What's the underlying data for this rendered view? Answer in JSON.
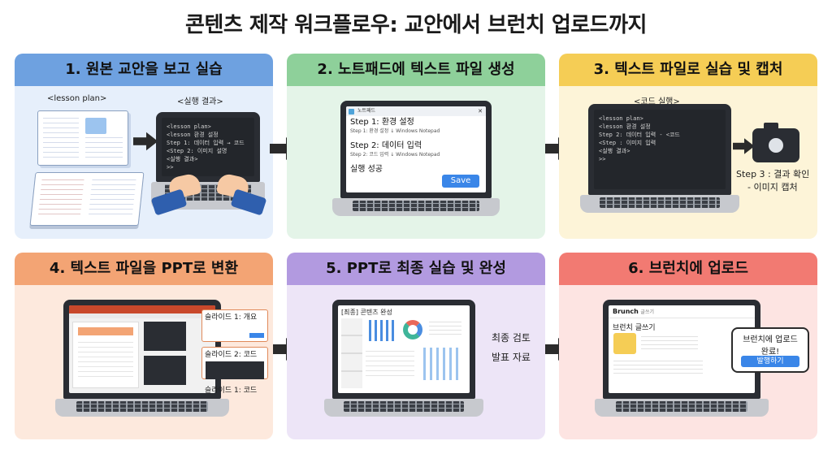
{
  "title": "콘텐츠 제작 워크플로우: 교안에서 브런치 업로드까지",
  "panels": {
    "p1": {
      "heading": "1. 원본 교안을 보고 실습",
      "label_left": "<lesson plan>",
      "label_right": "<실행 결과>",
      "terminal": [
        "<lesson plan>",
        "  <lesson 환경 설정",
        "  Step 1: 데이터 입력 → 코드",
        "  <Step 2: 이미지 설명",
        "",
        "  <실행 결과>",
        "  >>"
      ]
    },
    "p2": {
      "heading": "2. 노트패드에 텍스트 파일 생성",
      "window_title": "노트패드",
      "lines": [
        {
          "big": "Step 1: 환경 설정",
          "small": "Step 1: 환경 설정 ↓ Windows Notepad"
        },
        {
          "big": "Step 2: 데이터 입력",
          "small": "Step 2: 코드 입력 ↓ Windows Notepad"
        }
      ],
      "footer": "실행 성공",
      "save_label": "Save"
    },
    "p3": {
      "heading": "3. 텍스트 파일로 실습 및 캡처",
      "label_top": "<코드 실행>",
      "terminal": [
        "<lesson plan>",
        "  <lesson 환경 설정",
        "  Step 2: 데이터 입력 - <코드",
        "  <Step : 이미지 입력",
        "",
        "  <실행 결과>",
        ">>"
      ],
      "caption_line1": "Step 3 : 결과 확인",
      "caption_line2": "- 이미지 캡처"
    },
    "p4": {
      "heading": "4. 텍스트 파일을 PPT로 변환",
      "slide_label_1": "슬라이드 1: 개요",
      "slide_label_2": "슬라이드 2: 코드",
      "slide_label_3": "슬라이드 1: 코드"
    },
    "p5": {
      "heading": "5. PPT로 최종 실습 및 완성",
      "doc_title": "[최종] 콘텐츠 완성",
      "side_line1": "최종 검토",
      "side_line2": "발표 자료"
    },
    "p6": {
      "heading": "6. 브런치에 업로드",
      "brand": "Brunch",
      "brand_sub": "글쓰기",
      "post_title": "브런치 글쓰기",
      "bubble_line1": "브런치에 업로드",
      "bubble_line2": "완료!",
      "publish_label": "발행하기"
    }
  },
  "colors": {
    "arrow": "#2b2b2b",
    "accent_blue": "#3a86e8"
  }
}
